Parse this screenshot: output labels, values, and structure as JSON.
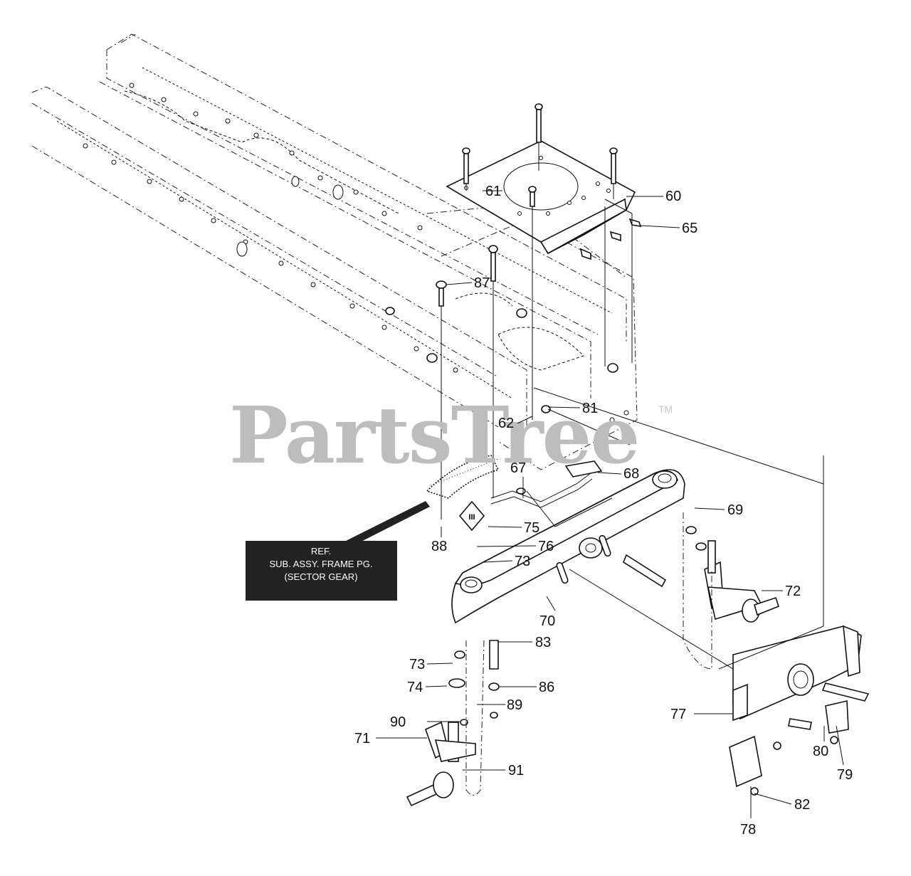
{
  "watermark": {
    "brand": "PartsTree",
    "trademark": "TM"
  },
  "reference_box": {
    "line1": "REF.",
    "line2": "SUB. ASSY. FRAME PG.",
    "line3": "(SECTOR GEAR)"
  },
  "callouts": [
    {
      "label": "60"
    },
    {
      "label": "61"
    },
    {
      "label": "62"
    },
    {
      "label": "65"
    },
    {
      "label": "67"
    },
    {
      "label": "68"
    },
    {
      "label": "69"
    },
    {
      "label": "70"
    },
    {
      "label": "71"
    },
    {
      "label": "72"
    },
    {
      "label": "73"
    },
    {
      "label": "73"
    },
    {
      "label": "74"
    },
    {
      "label": "75"
    },
    {
      "label": "76"
    },
    {
      "label": "77"
    },
    {
      "label": "78"
    },
    {
      "label": "79"
    },
    {
      "label": "80"
    },
    {
      "label": "81"
    },
    {
      "label": "82"
    },
    {
      "label": "83"
    },
    {
      "label": "86"
    },
    {
      "label": "87"
    },
    {
      "label": "88"
    },
    {
      "label": "89"
    },
    {
      "label": "90"
    },
    {
      "label": "91"
    }
  ],
  "icon_names": [
    "steering-plate-icon",
    "bolt-icon",
    "axle-beam-icon",
    "spindle-icon",
    "bracket-icon",
    "sector-gear-icon",
    "frame-rail-icon"
  ]
}
